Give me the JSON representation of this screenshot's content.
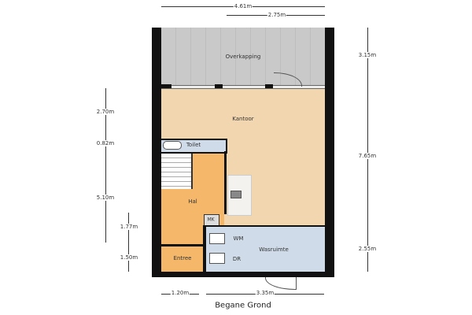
{
  "title": "Begane Grond",
  "rooms": {
    "overkapping": "Overkapping",
    "kantoor": "Kantoor",
    "toilet": "Toilet",
    "hal": "Hal",
    "mk": "MK",
    "wasruimte": "Wasruimte",
    "entree": "Entree",
    "wm": "WM",
    "dr": "DR"
  },
  "dimensions": {
    "top_total": "4.61m",
    "top_partial": "2.75m",
    "left_kantoor": "2.70m",
    "left_toilet": "0.82m",
    "left_hal": "5.10m",
    "left_mk": "1.77m",
    "left_entree": "1.50m",
    "right_overkapping": "3.15m",
    "right_kantoor": "7.65m",
    "right_wasruimte": "2.55m",
    "bottom_entree": "1.20m",
    "bottom_wasruimte": "3.35m"
  },
  "colors": {
    "overkapping": "#c9c9c9",
    "kantoor": "#f2d6b0",
    "hal": "#f5b86a",
    "wet": "#cfdbe9",
    "wall": "#111111"
  }
}
